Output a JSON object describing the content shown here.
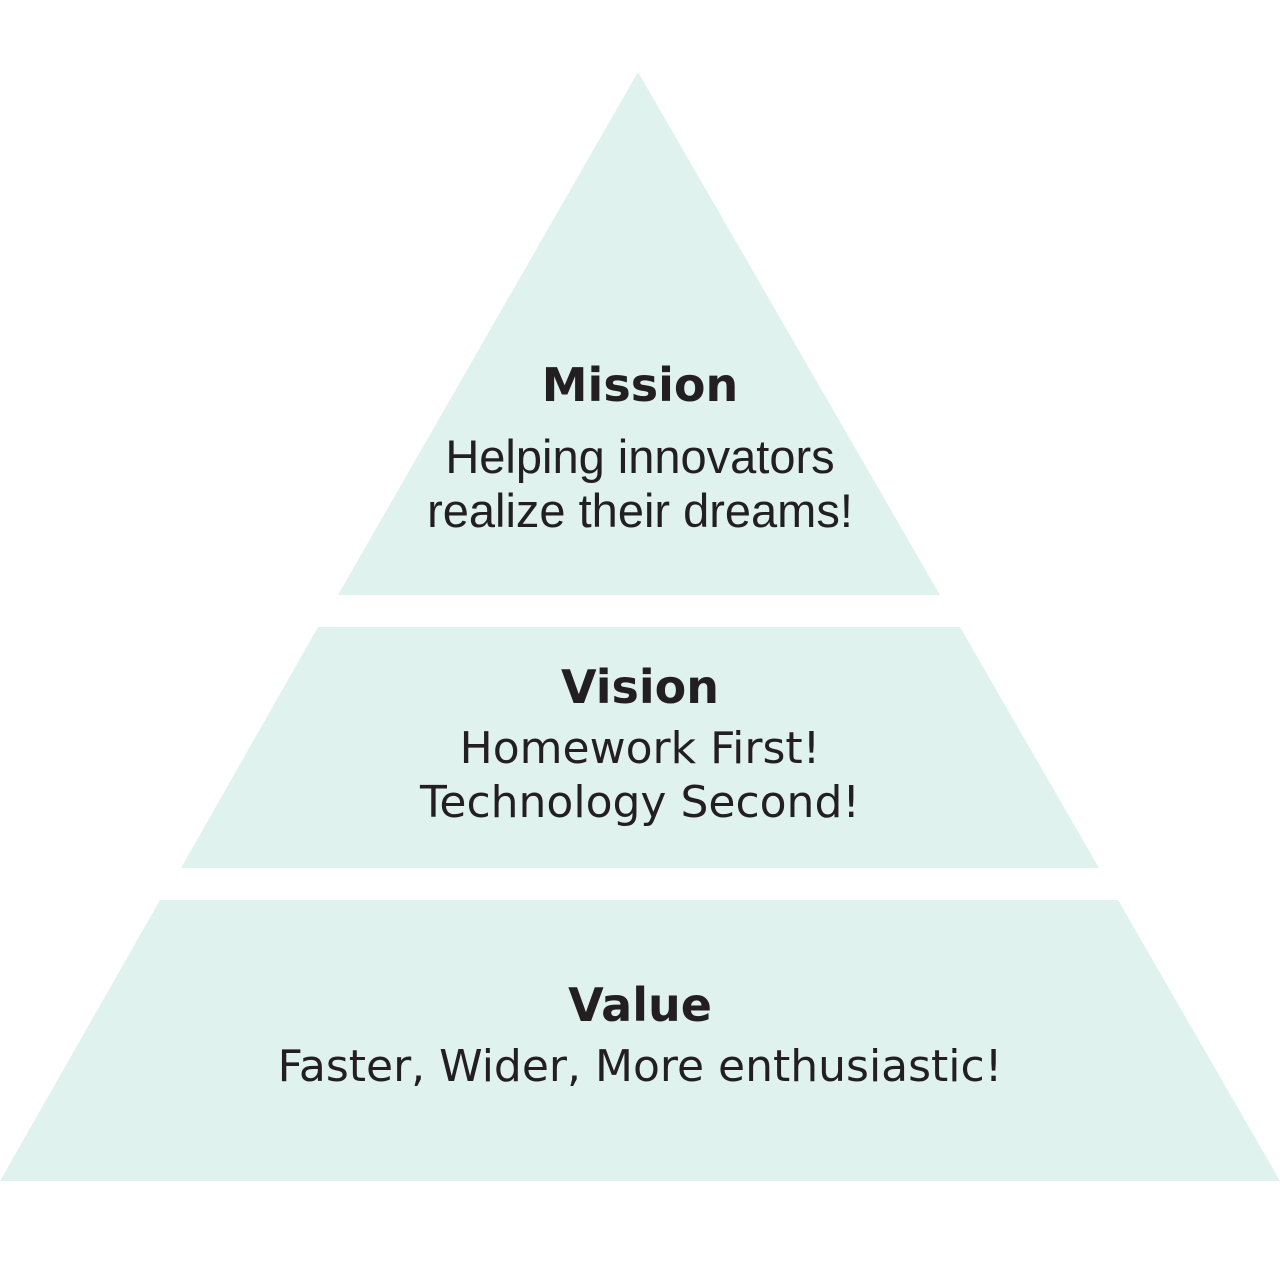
{
  "colors": {
    "tier_fill": "#e0f2ee",
    "text": "#231f20",
    "background": "#ffffff"
  },
  "tiers": {
    "mission": {
      "title": "Mission",
      "text": "Helping innovators\nrealize their dreams!"
    },
    "vision": {
      "title": "Vision",
      "text": "Homework First!\nTechnology Second!"
    },
    "value": {
      "title": "Value",
      "text": "Faster, Wider, More enthusiastic!"
    }
  }
}
